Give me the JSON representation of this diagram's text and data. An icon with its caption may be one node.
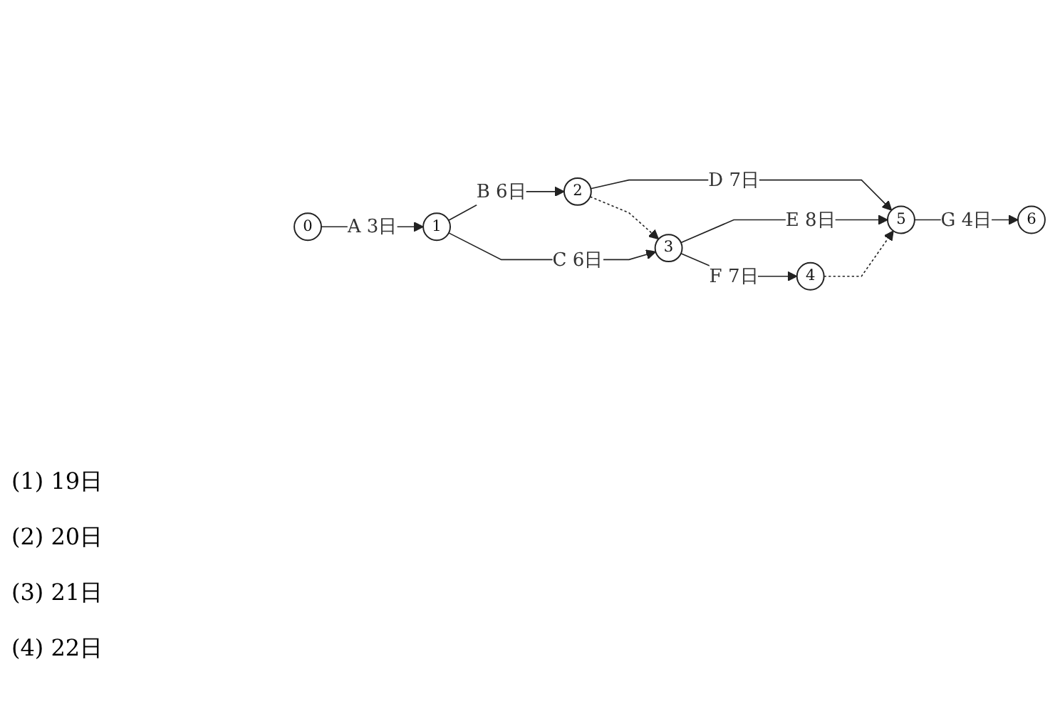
{
  "diagram": {
    "nodes": [
      {
        "text": [
          "0"
        ]
      },
      {
        "text": [
          "1"
        ]
      },
      {
        "text": [
          "2"
        ]
      },
      {
        "text": [
          "3"
        ]
      },
      {
        "text": [
          "4"
        ]
      },
      {
        "text": [
          "5"
        ]
      },
      {
        "text": [
          "6"
        ]
      }
    ],
    "edges": [
      {
        "from": 0,
        "to": 1,
        "arrow": "to",
        "label": "A 3日"
      },
      {
        "from": 1,
        "to": 2,
        "arrow": "to",
        "label": "B 6日"
      },
      {
        "from": 1,
        "to": 3,
        "arrow": "to",
        "label": "C 6日"
      },
      {
        "from": 2,
        "to": 5,
        "arrow": "to",
        "label": "D 7日"
      },
      {
        "from": 2,
        "to": 3,
        "arrow": "to",
        "style": "dashed"
      },
      {
        "from": 3,
        "to": 5,
        "arrow": "to",
        "label": "E 8日"
      },
      {
        "from": 3,
        "to": 4,
        "arrow": "to",
        "label": "F 7日"
      },
      {
        "from": 4,
        "to": 5,
        "arrow": "to",
        "style": "dashed"
      },
      {
        "from": 5,
        "to": 6,
        "arrow": "to",
        "label": "G 4日"
      }
    ],
    "labels": [
      "(1) 19日",
      "(2) 20日",
      "(3) 21日",
      "(4) 22日"
    ]
  }
}
